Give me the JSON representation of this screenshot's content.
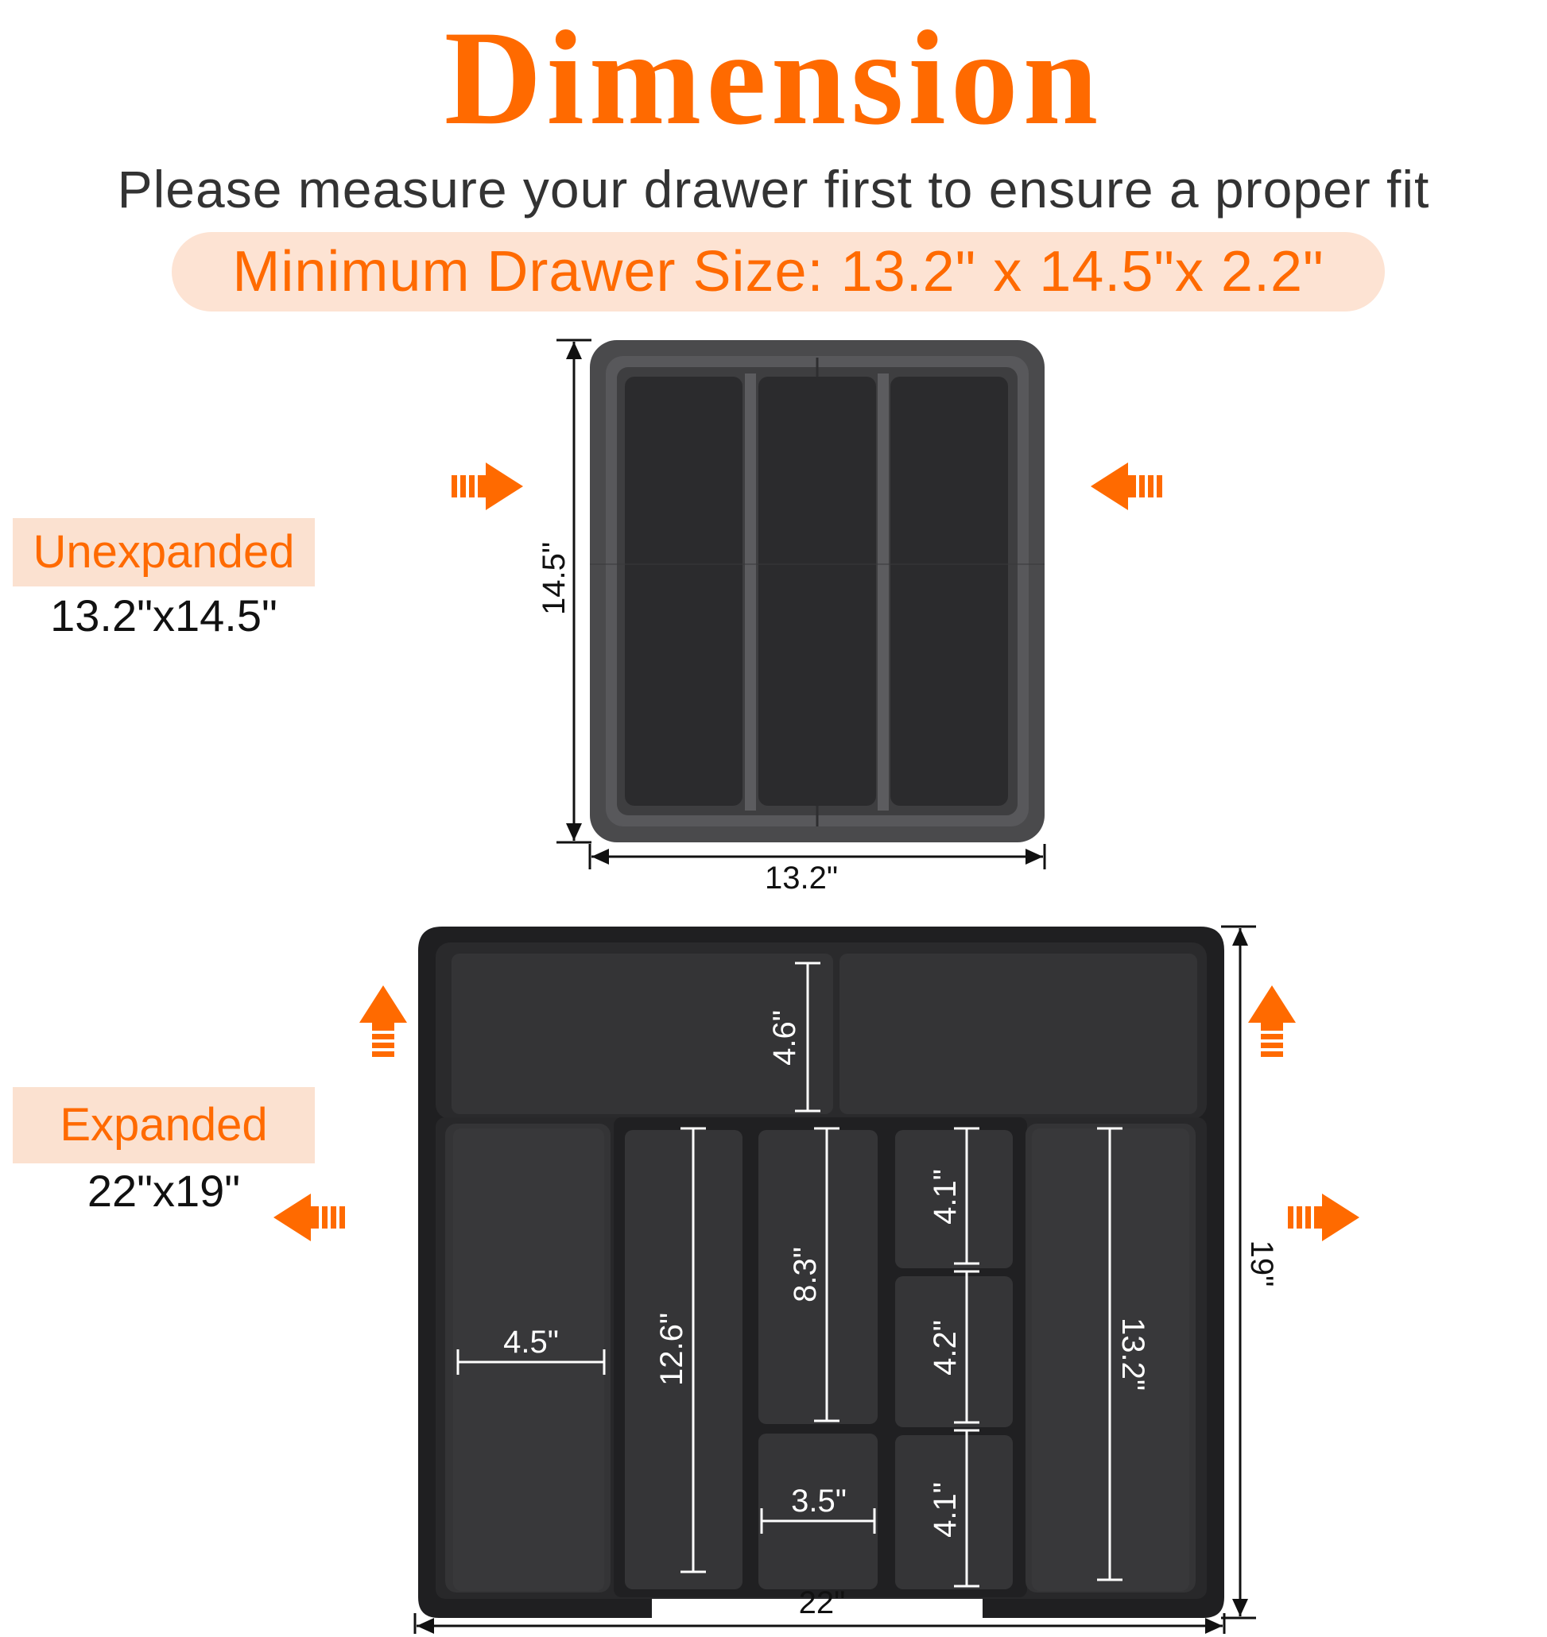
{
  "header": {
    "title": "Dimension",
    "subtitle": "Please measure your drawer first to ensure a proper fit",
    "min_size": "Minimum Drawer Size: 13.2\" x 14.5\"x 2.2\""
  },
  "unexpanded": {
    "label": "Unexpanded",
    "size": "13.2\"x14.5\"",
    "height_dim": "14.5\"",
    "width_dim": "13.2\""
  },
  "expanded": {
    "label": "Expanded",
    "size": "22\"x19\"",
    "height_dim": "19\"",
    "width_dim": "22\"",
    "compartments": {
      "top": "4.6\"",
      "left_width": "4.5\"",
      "long_slot": "12.6\"",
      "middle_long": "8.3\"",
      "middle_small": "3.5\"",
      "small_top": "4.1\"",
      "small_mid": "4.2\"",
      "small_bottom": "4.1\"",
      "right_long": "13.2\""
    }
  },
  "colors": {
    "accent": "#ff6a00",
    "tag_bg": "#fbe1d0",
    "tray_frame": "#4b4b4d",
    "tray_slot": "#2b2b2d",
    "tray_dark": "#1d1d1f"
  },
  "icons": [
    "arrow-right-icon",
    "arrow-left-icon",
    "arrow-up-icon"
  ]
}
